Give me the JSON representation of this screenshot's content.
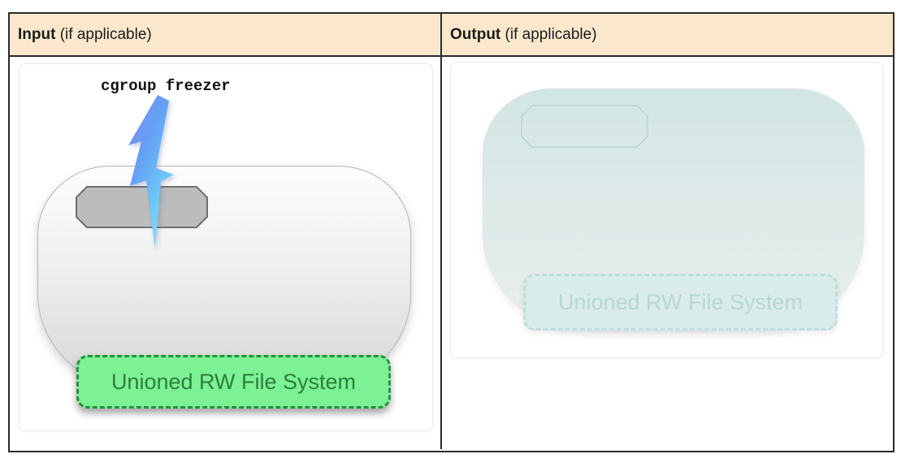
{
  "header": {
    "input": {
      "title": "Input",
      "suffix": " (if applicable)"
    },
    "output": {
      "title": "Output",
      "suffix": " (if applicable)"
    }
  },
  "input_cell": {
    "annotation": "cgroup freezer",
    "unioned_fs_label": "Unioned RW File System"
  },
  "output_cell": {
    "unioned_fs_label": "Unioned RW File System"
  },
  "icons": {
    "lightning_bolt": "lightning-bolt-icon"
  },
  "colors": {
    "header_bg": "#fbe8cc",
    "table_border": "#2b2b2b",
    "container_fill_top": "#fdfdfd",
    "container_fill_bottom": "#d5d5d5",
    "container_border": "#b5b5b5",
    "process_fill": "#bcbcbc",
    "process_border": "#6e6e6e",
    "bolt_purple": "#8486f2",
    "bolt_cyan": "#8fe0fb",
    "green_fill": "#7cf294",
    "green_border": "#2d8c44",
    "green_text": "#2e7e3c",
    "frozen_fill_top": "#d2e6e4",
    "frozen_fill_bottom": "#e9efee",
    "frozen_box_fill": "#d9ece9",
    "frozen_box_border": "#c0ded9",
    "frozen_text": "#b6d8d3",
    "frozen_octagon_stroke": "#bcd4d1"
  }
}
